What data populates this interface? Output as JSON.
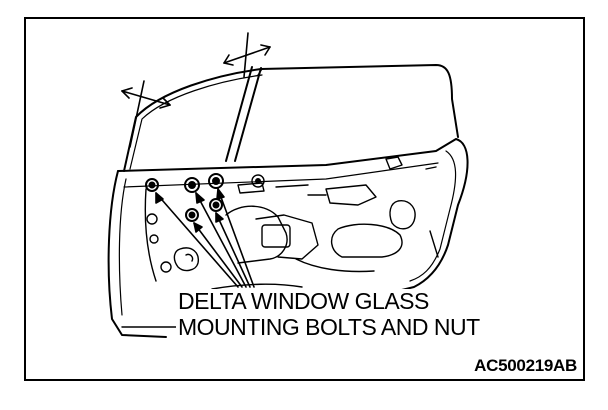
{
  "diagram": {
    "callout": {
      "line1": "DELTA WINDOW GLASS",
      "line2": "MOUNTING BOLTS AND NUT"
    },
    "figure_code": "AC500219AB",
    "icons": {
      "movement_arrows": "double-headed-arrow",
      "fasteners": "bolt-and-nut"
    },
    "colors": {
      "ink": "#000000",
      "paper": "#ffffff"
    }
  }
}
